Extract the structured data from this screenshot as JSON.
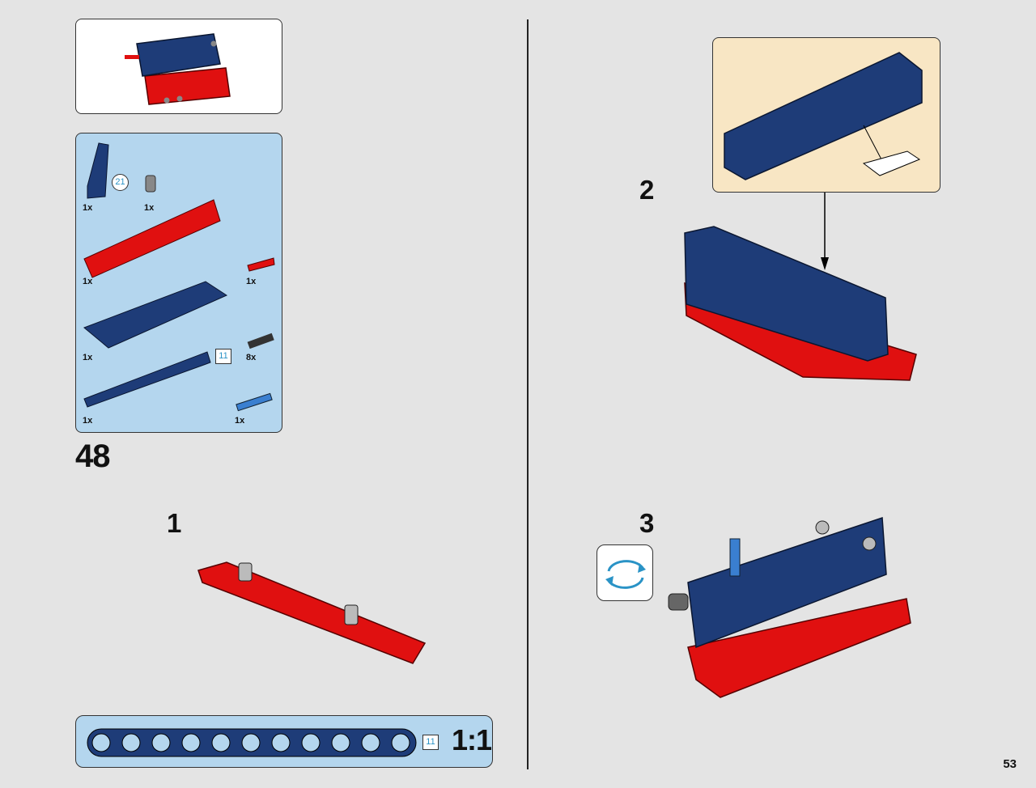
{
  "page": {
    "number": "53"
  },
  "step": {
    "number": "48"
  },
  "substeps": [
    "1",
    "2",
    "3"
  ],
  "parts_list": {
    "quantities": [
      "1x",
      "1x",
      "1x",
      "1x",
      "1x",
      "8x",
      "1x",
      "1x"
    ],
    "length_badge": "21",
    "length_box": "11"
  },
  "ruler": {
    "length": "11",
    "scale": "1:1"
  },
  "icons": [
    "rotate-icon",
    "arrow-down-icon"
  ],
  "colors": {
    "red": "#e01010",
    "blue": "#1e3c78",
    "parts_bg": "#b4d6ee",
    "callout_bg": "#f8e6c4"
  }
}
